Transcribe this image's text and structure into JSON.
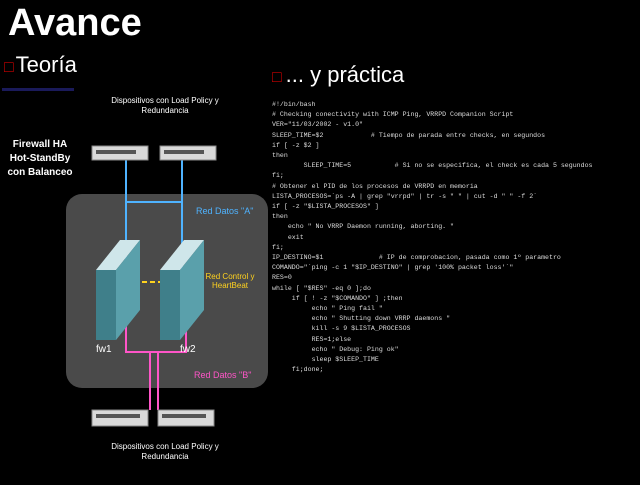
{
  "slide": {
    "title": "Avance",
    "subtitle": "Teoría",
    "practice": "... y práctica",
    "bullet_glyph": "□"
  },
  "diagram": {
    "devices_top": "Dispositivos con Load Policy y Redundancia",
    "devices_bottom": "Dispositivos con Load Policy y Redundancia",
    "firewall_ha": "Firewall HA Hot-StandBy con Balanceo",
    "red_a": "Red Datos \"A\"",
    "red_control": "Red Control y HeartBeat",
    "red_b": "Red Datos \"B\"",
    "fw1": "fw1",
    "fw2": "fw2",
    "colors": {
      "red_a": "#4fb3ff",
      "red_control": "#ffd21f",
      "red_b": "#ff55c8",
      "panel": "#4a4a4a"
    }
  },
  "code_lines": [
    "#!/bin/bash",
    "# Checking conectivity with ICMP Ping, VRRPD Companion Script",
    "VER=\"11/03/2002 - v1.0\"",
    "SLEEP_TIME=$2            # Tiempo de parada entre checks, en segundos",
    "if [ -z $2 ]",
    "then",
    "        SLEEP_TIME=5           # Si no se especifica, el check es cada 5 segundos",
    "fi;",
    "# Obtener el PID de los procesos de VRRPD en memoria",
    "LISTA_PROCESOS=`ps -A | grep \"vrrpd\" | tr -s \" \" | cut -d \" \" -f 2`",
    "if [ -z \"$LISTA_PROCESOS\" ]",
    "then",
    "    echo \" No VRRP Daemon running, aborting. \"",
    "    exit",
    "fi;",
    "IP_DESTINO=$1              # IP de comprobacion, pasada como 1º parametro",
    "COMANDO=\"`ping -c 1 \"$IP_DESTINO\" | grep '100% packet loss'`\"",
    "RES=0",
    "while [ \"$RES\" -eq 0 ];do",
    "     if [ ! -z \"$COMANDO\" ] ;then",
    "          echo \" Ping fail \"",
    "          echo \" Shutting down VRRP daemons \"",
    "          kill -s 9 $LISTA_PROCESOS",
    "          RES=1;else",
    "          echo \" Debug: Ping ok\"",
    "          sleep $SLEEP_TIME",
    "     fi;done;"
  ]
}
